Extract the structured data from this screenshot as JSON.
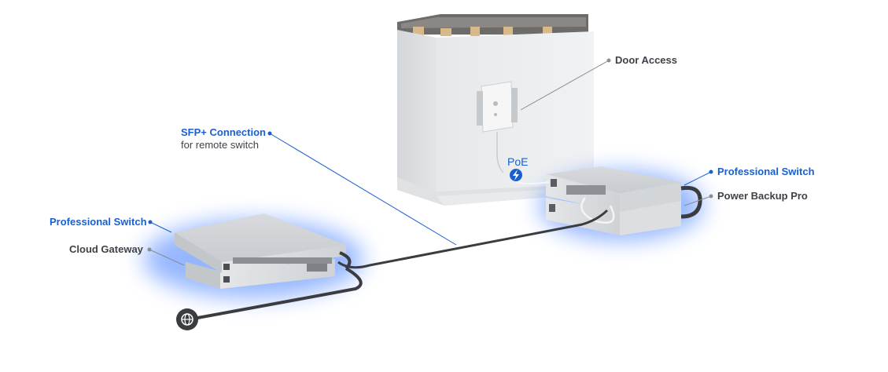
{
  "labels": {
    "door_access": "Door Access",
    "sfp_connection": "SFP+ Connection",
    "sfp_sub": "for remote switch",
    "poe": "PoE",
    "pro_switch_left": "Professional Switch",
    "cloud_gateway": "Cloud Gateway",
    "pro_switch_right": "Professional Switch",
    "power_backup": "Power Backup Pro"
  },
  "colors": {
    "accent": "#1a5fd0",
    "label_gray": "#3e4248",
    "leader_gray": "#8a8d92",
    "device_glow": "#3f7bff",
    "cable": "#3a3c40"
  },
  "icons": {
    "poe_badge": "lightning-bolt-icon",
    "internet": "globe-icon"
  }
}
